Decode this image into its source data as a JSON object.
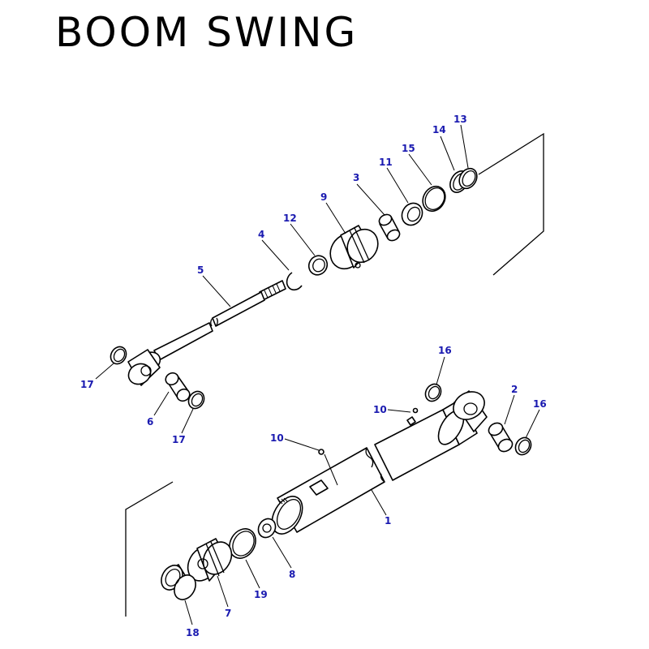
{
  "title": "BOOM SWING",
  "callouts": {
    "c13": "13",
    "c14": "14",
    "c15": "15",
    "c11": "11",
    "c3": "3",
    "c9": "9",
    "c12": "12",
    "c4": "4",
    "c5": "5",
    "c16a": "16",
    "c16b": "16",
    "c10a": "10",
    "c10b": "10",
    "c2": "2",
    "c17a": "17",
    "c17b": "17",
    "c6": "6",
    "c1": "1",
    "c8": "8",
    "c19": "19",
    "c7": "7",
    "c18": "18"
  },
  "colors": {
    "callout": "#1a1ab0",
    "line": "#000000"
  }
}
